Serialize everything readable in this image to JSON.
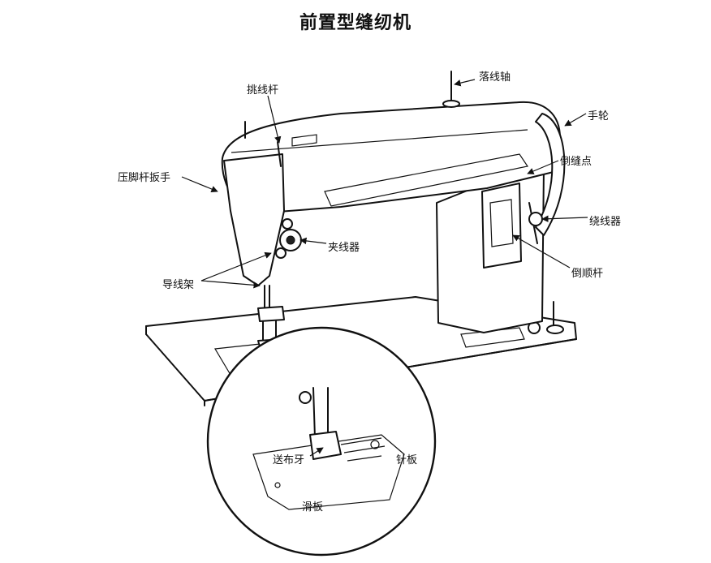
{
  "title": "前置型缝纫机",
  "labels": {
    "take_up_lever": "挑线杆",
    "bobbin_winder_spindle": "落线轴",
    "handwheel": "手轮",
    "presser_foot_lever": "压脚杆扳手",
    "reverse_stitch_point": "倒缝点",
    "bobbin_winder": "绕线器",
    "tension_assembly": "夹线器",
    "thread_guide": "导线架",
    "reverse_lever": "倒顺杆",
    "feed_dog": "送布牙",
    "needle_plate": "针板",
    "slide_plate": "滑板"
  }
}
